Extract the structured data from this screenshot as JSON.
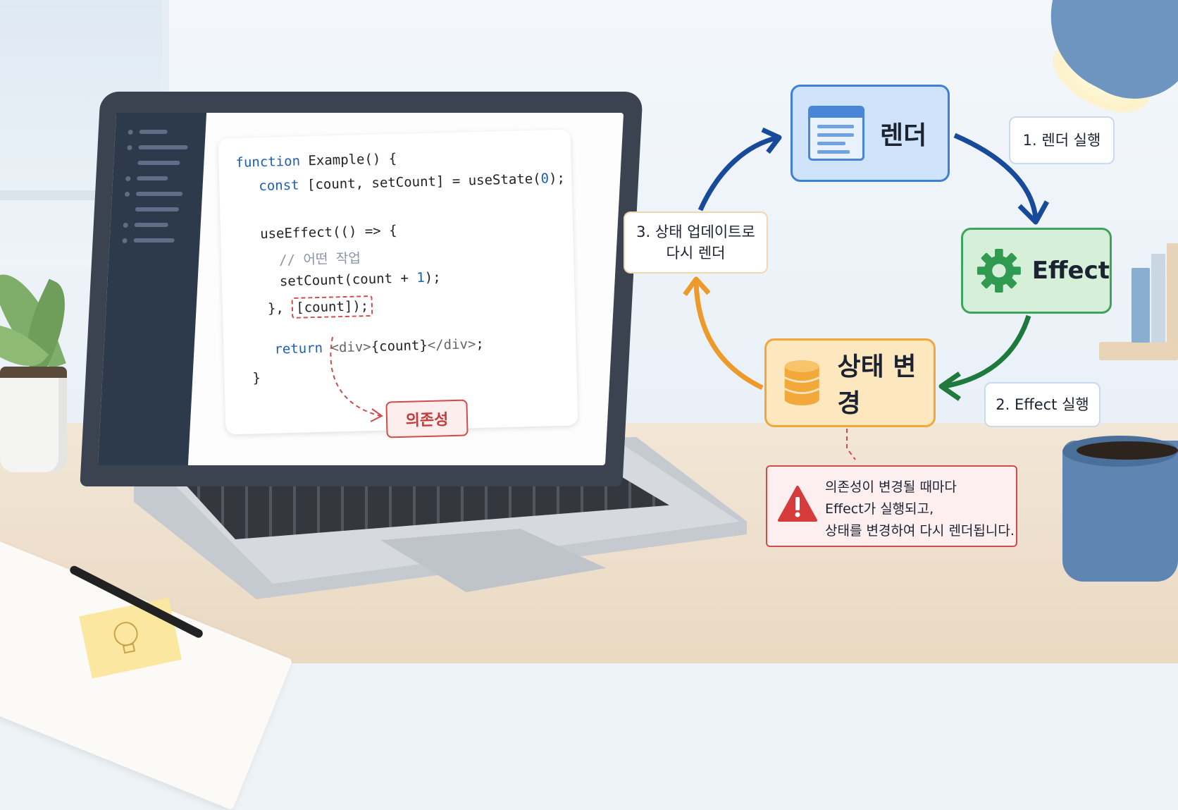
{
  "code": {
    "line1_kw": "function",
    "line1_rest": " Example() {",
    "line2_kw": "const",
    "line2_rest": " [count, setCount] = useState(",
    "line2_num": "0",
    "line2_end": ");",
    "line3": "useEffect(() => {",
    "line4_comment": "// 어떤 작업",
    "line5_pre": "setCount(count + ",
    "line5_num": "1",
    "line5_end": ");",
    "line6_pre": "},",
    "line6_dep": "[count]);",
    "line7_kw": "return",
    "line7_tag_open": "<div>",
    "line7_mid": "{count}",
    "line7_tag_close": "</div>",
    "line7_end": ";",
    "line8": "}"
  },
  "dependency_label": "의존성",
  "diagram": {
    "render_label": "렌더",
    "effect_label": "Effect",
    "state_label": "상태 변경",
    "callout_1": "1. 렌더 실행",
    "callout_2": "2. Effect 실행",
    "callout_3_line1": "3. 상태 업데이트로",
    "callout_3_line2": "다시 렌더"
  },
  "warning": {
    "line1": "의존성이 변경될 때마다",
    "line2": "Effect가 실행되고,",
    "line3": "상태를 변경하여 다시 렌더됩니다."
  },
  "colors": {
    "render_border": "#3f7fd6",
    "effect_border": "#3fa35a",
    "state_border": "#f0a83a",
    "warning_red": "#d24a4a",
    "arrow_blue": "#174a9a",
    "arrow_green": "#1e7a3c",
    "arrow_orange": "#ee9a2a"
  },
  "icons": [
    "document-icon",
    "gear-icon",
    "database-icon",
    "warning-icon",
    "lightbulb-icon"
  ]
}
